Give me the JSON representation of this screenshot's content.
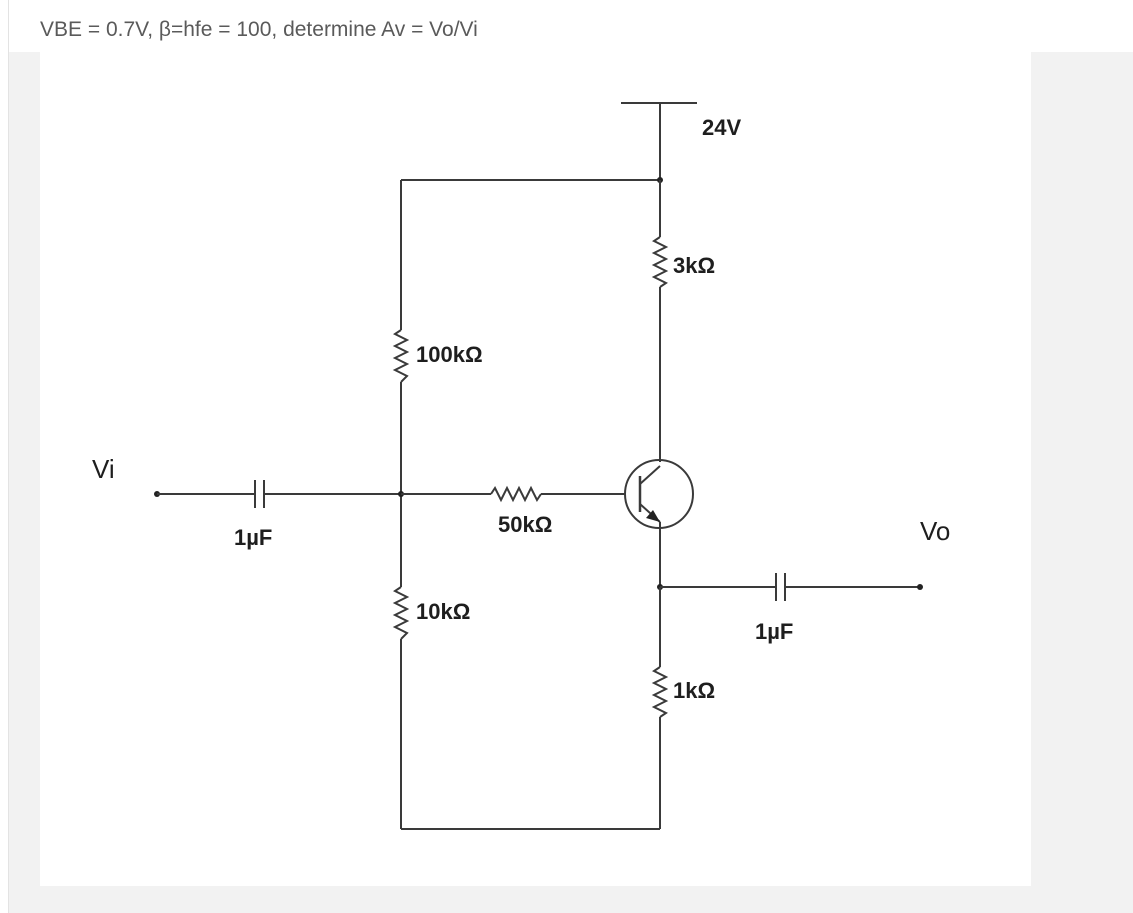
{
  "question": "VBE = 0.7V, β=hfe = 100, determine Av = Vo/Vi",
  "diagram": {
    "supply": "24V",
    "r_collector": "3kΩ",
    "r_bias_top": "100kΩ",
    "r_bias_bottom": "10kΩ",
    "r_base": "50kΩ",
    "r_emitter": "1kΩ",
    "c_in": "1µF",
    "c_out": "1µF",
    "input": "Vi",
    "output": "Vo"
  }
}
